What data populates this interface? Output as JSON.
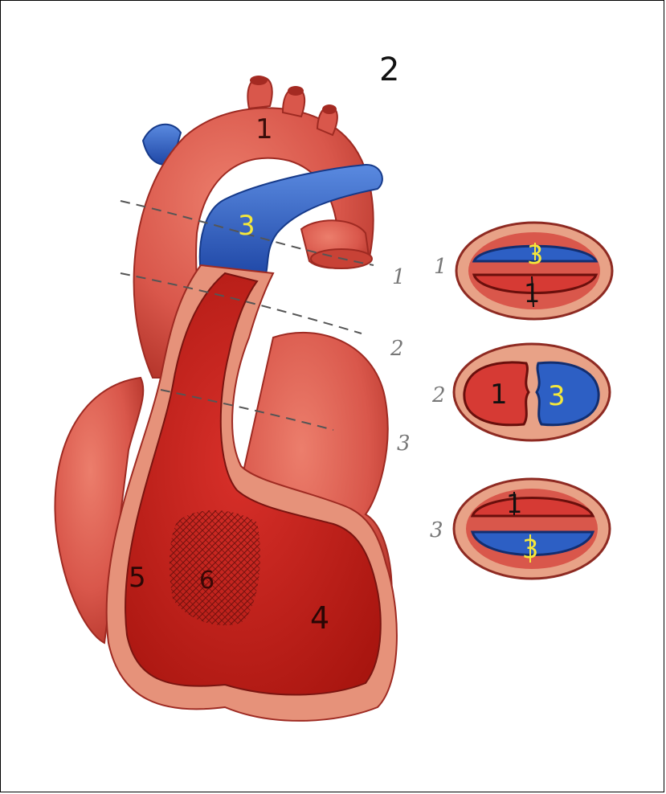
{
  "figure_number": "2",
  "heart": {
    "labels": {
      "aorta": "1",
      "pulmonary_trunk": "3",
      "right_ventricle": "4",
      "right_atrium": "5",
      "septum": "6"
    },
    "cut_lines": [
      "1",
      "2",
      "3"
    ]
  },
  "sections": [
    {
      "level": "1",
      "top": "3",
      "bottom": "1",
      "top_color": "#2d5fc4",
      "bottom_color": "#d63a34"
    },
    {
      "level": "2",
      "left": "1",
      "right": "3",
      "left_color": "#d63a34",
      "right_color": "#2d5fc4"
    },
    {
      "level": "3",
      "top": "1",
      "bottom": "3",
      "top_color": "#d63a34",
      "bottom_color": "#2d5fc4"
    }
  ],
  "colors": {
    "muscle": "#d9574b",
    "muscle_dark": "#b8322b",
    "wall": "#e8a287",
    "cavity": "#c8221c",
    "vessel_blue": "#2d5fc4",
    "label_yellow": "#f5e83a"
  }
}
